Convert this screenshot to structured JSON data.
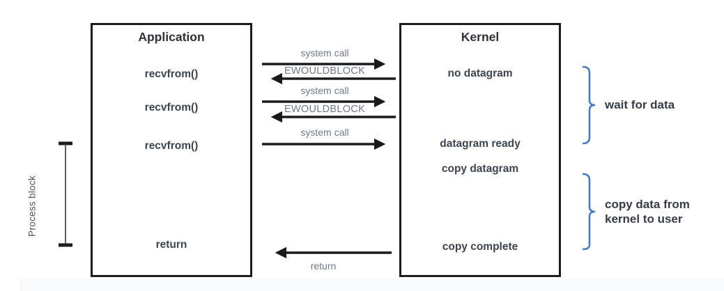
{
  "application": {
    "title": "Application",
    "calls": [
      "recvfrom()",
      "recvfrom()",
      "recvfrom()"
    ],
    "return_label": "return"
  },
  "kernel": {
    "title": "Kernel",
    "no_datagram": "no datagram",
    "datagram_ready": "datagram ready",
    "copy_datagram": "copy datagram",
    "copy_complete": "copy complete"
  },
  "channel": {
    "system_call": "system call",
    "ewouldblock": "EWOULDBLOCK",
    "return_label": "return"
  },
  "annotations": {
    "process_block": "Process block",
    "wait_for_data": "wait for data",
    "copy_data_from_kernel_to_user": "copy data from kernel to user"
  },
  "colors": {
    "box_border": "#1c1c1c",
    "arrow_black": "#1a1a1a",
    "label_gray": "#6e7987",
    "brace_blue": "#4a7abe"
  }
}
